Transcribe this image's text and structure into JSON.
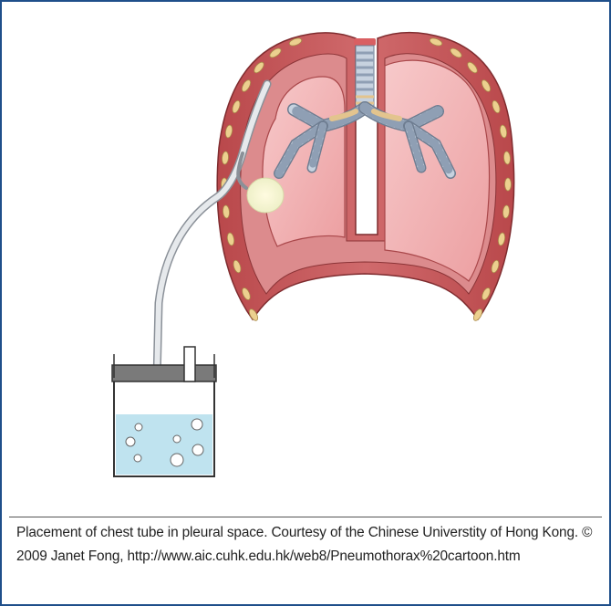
{
  "figure": {
    "caption": "Placement of chest tube in pleural space. Courtesy of the Chinese Universtity of Hong Kong. © 2009 Janet Fong, http://www.aic.cuhk.edu.hk/web8/Pneumothorax%20cartoon.htm"
  },
  "colors": {
    "frame_border": "#1f4f8a",
    "chest_wall": "#c9575a",
    "rib": "#e9c98a",
    "lung": "#f1b3b4",
    "trachea_ring": "#8f9fb4",
    "bronchus_band": "#e3c48e",
    "tube": "#cfd4da",
    "water": "#bfe3ef",
    "lid": "#7a7a7a"
  },
  "icons": {
    "chest": "thorax-cross-section",
    "drain": "underwater-seal-bottle"
  }
}
